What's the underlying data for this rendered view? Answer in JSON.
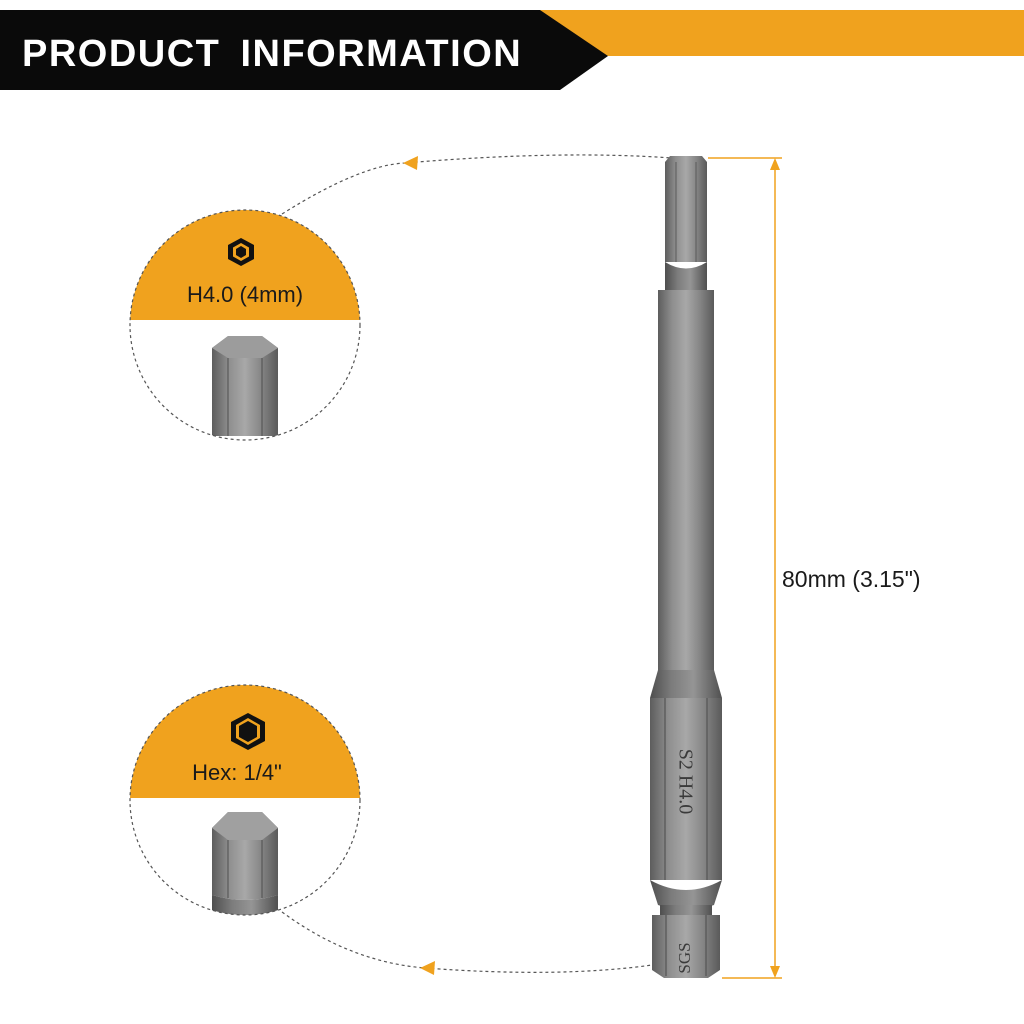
{
  "banner": {
    "title": "PRODUCT  INFORMATION"
  },
  "callouts": {
    "tip": {
      "label": "H4.0 (4mm)",
      "icon": "hexagon-icon"
    },
    "shank": {
      "label": "Hex: 1/4\"",
      "icon": "hexagon-icon"
    }
  },
  "dimension": {
    "length_label": "80mm (3.15\")"
  },
  "bit": {
    "marking": "S2 H4.0",
    "logo": "SGS"
  },
  "colors": {
    "accent_orange": "#F0A21E",
    "banner_black": "#0A0A0A",
    "steel_gray": "#7A7A7A"
  }
}
